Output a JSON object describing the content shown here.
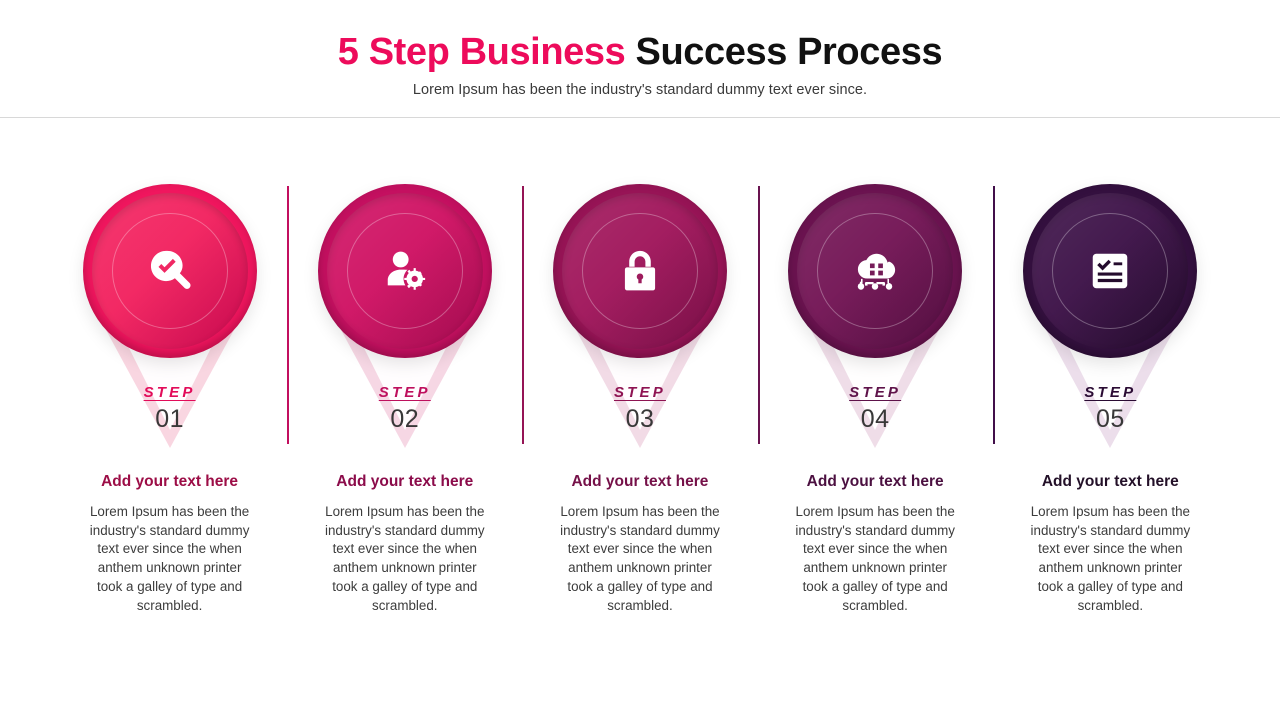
{
  "header": {
    "title_accent": "5 Step Business",
    "title_rest": " Success Process",
    "subtitle": "Lorem Ipsum has been the industry's standard dummy text ever since."
  },
  "palette": {
    "accent_pink": "#ED0B5B",
    "title_black": "#111111",
    "rule_gray": "#d8d8d8",
    "body_gray": "#3c3c3c",
    "number_gray": "#383838"
  },
  "steps": [
    {
      "step_word": "STEP",
      "number": "01",
      "heading": "Add your text here",
      "body": "Lorem Ipsum has been the industry's standard dummy text ever since the when anthem unknown printer took a galley of type and scrambled.",
      "icon": "magnifier-check-icon",
      "color_outer": "#F0165E",
      "color_inner_a": "#F2225F",
      "color_inner_b": "#D10A53",
      "color_rim": "#E50B58",
      "divider_color": "#E10B59",
      "label_color": "#E20B59",
      "heading_color": "#9C0D46",
      "pin_color": "#F8CFDC"
    },
    {
      "step_word": "STEP",
      "number": "02",
      "heading": "Add your text here",
      "body": "Lorem Ipsum has been the industry's standard dummy text ever since the when anthem unknown printer took a galley of type and scrambled.",
      "icon": "user-settings-icon",
      "color_outer": "#C41060",
      "color_inner_a": "#CF1263",
      "color_inner_b": "#AA0C53",
      "color_rim": "#BE0F5D",
      "divider_color": "#C20F5F",
      "label_color": "#BE0F5D",
      "heading_color": "#8B0B4A",
      "pin_color": "#F4D0DF"
    },
    {
      "step_word": "STEP",
      "number": "03",
      "heading": "Add your text here",
      "body": "Lorem Ipsum has been the industry's standard dummy text ever since the when anthem unknown printer took a galley of type and scrambled.",
      "icon": "padlock-icon",
      "color_outer": "#971456",
      "color_inner_a": "#A0165B",
      "color_inner_b": "#7E104A",
      "color_rim": "#911353",
      "divider_color": "#951455",
      "label_color": "#8E1352",
      "heading_color": "#751048",
      "pin_color": "#EFD2E0"
    },
    {
      "step_word": "STEP",
      "number": "04",
      "heading": "Add your text here",
      "body": "Lorem Ipsum has been the industry's standard dummy text ever since the when anthem unknown printer took a galley of type and scrambled.",
      "icon": "cloud-network-icon",
      "color_outer": "#6B1350",
      "color_inner_a": "#731555",
      "color_inner_b": "#560F43",
      "color_rim": "#66124D",
      "divider_color": "#69134F",
      "label_color": "#5E1249",
      "heading_color": "#4B1040",
      "pin_color": "#EBD4E2"
    },
    {
      "step_word": "STEP",
      "number": "05",
      "heading": "Add your text here",
      "body": "Lorem Ipsum has been the industry's standard dummy text ever since the when anthem unknown printer took a galley of type and scrambled.",
      "icon": "checklist-document-icon",
      "color_outer": "#34103F",
      "color_inner_a": "#3D1248",
      "color_inner_b": "#240B2D",
      "color_rim": "#2F0F3A",
      "divider_color": "#410F4A",
      "label_color": "#2A0B33",
      "heading_color": "#231028",
      "pin_color": "#E7D6E6"
    }
  ]
}
